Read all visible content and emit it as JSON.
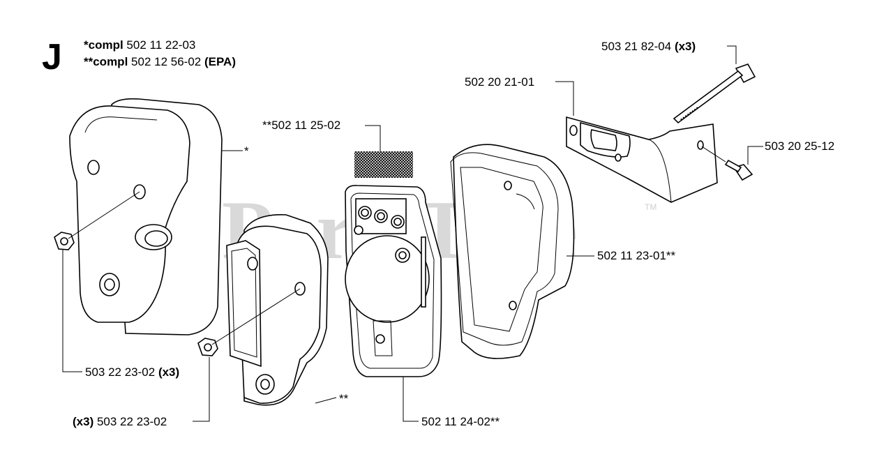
{
  "section": "J",
  "header": {
    "line1_prefix": "*compl",
    "line1_number": "502 11 22-03",
    "line2_prefix": "**compl",
    "line2_number": "502 12 56-02",
    "line2_suffix": "(EPA)"
  },
  "watermark": {
    "text": "PartsTree",
    "tm": "TM"
  },
  "callouts": {
    "bolt": {
      "number": "503 21 82-04",
      "qty": "(x3)"
    },
    "bracket": {
      "number": "502 20 21-01"
    },
    "screw": {
      "number": "503 20 25-12"
    },
    "screen": {
      "number": "**502 11 25-02"
    },
    "muffler_top": {
      "mark": "*"
    },
    "gasket_cover": {
      "number": "502 11 23-01**"
    },
    "nut_left": {
      "number": "503 22 23-02",
      "qty": "(x3)"
    },
    "muffler_epa": {
      "mark": "**"
    },
    "nut_mid": {
      "qty": "(x3)",
      "number": "503 22 23-02"
    },
    "gasket_plate": {
      "number": "502 11 24-02**"
    }
  }
}
